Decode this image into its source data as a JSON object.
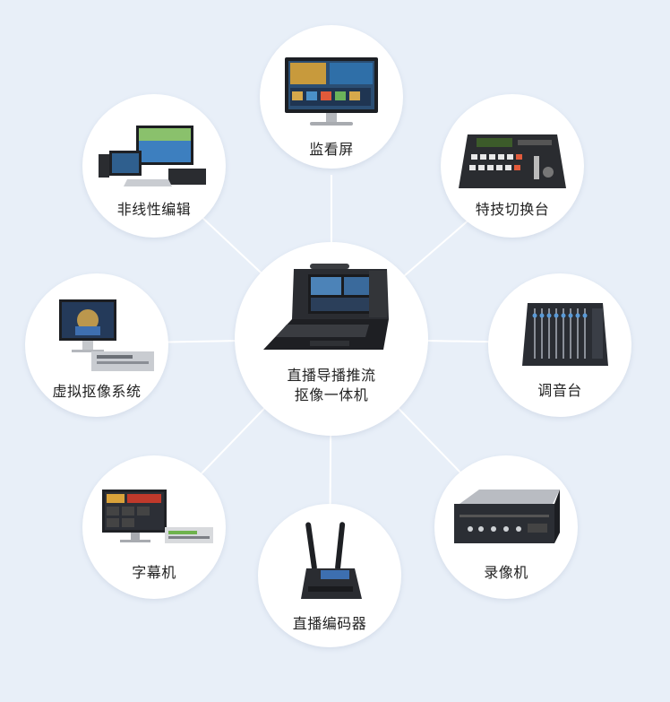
{
  "center": {
    "line1": "直播导播推流",
    "line2": "抠像一体机",
    "icon": "portable-broadcast-station-icon"
  },
  "nodes": [
    {
      "key": "monitor",
      "label": "监看屏",
      "icon": "monitor-icon"
    },
    {
      "key": "switcher",
      "label": "特技切换台",
      "icon": "video-switcher-icon"
    },
    {
      "key": "mixer",
      "label": "调音台",
      "icon": "audio-mixer-icon"
    },
    {
      "key": "recorder",
      "label": "录像机",
      "icon": "video-recorder-icon"
    },
    {
      "key": "encoder",
      "label": "直播编码器",
      "icon": "stream-encoder-icon"
    },
    {
      "key": "caption",
      "label": "字幕机",
      "icon": "caption-generator-icon"
    },
    {
      "key": "virtual",
      "label": "虚拟抠像系统",
      "icon": "virtual-studio-icon"
    },
    {
      "key": "editing",
      "label": "非线性编辑",
      "icon": "nonlinear-editing-icon"
    }
  ],
  "colors": {
    "background": "#e8eff8",
    "node": "#ffffff",
    "connector": "#ffffff"
  }
}
